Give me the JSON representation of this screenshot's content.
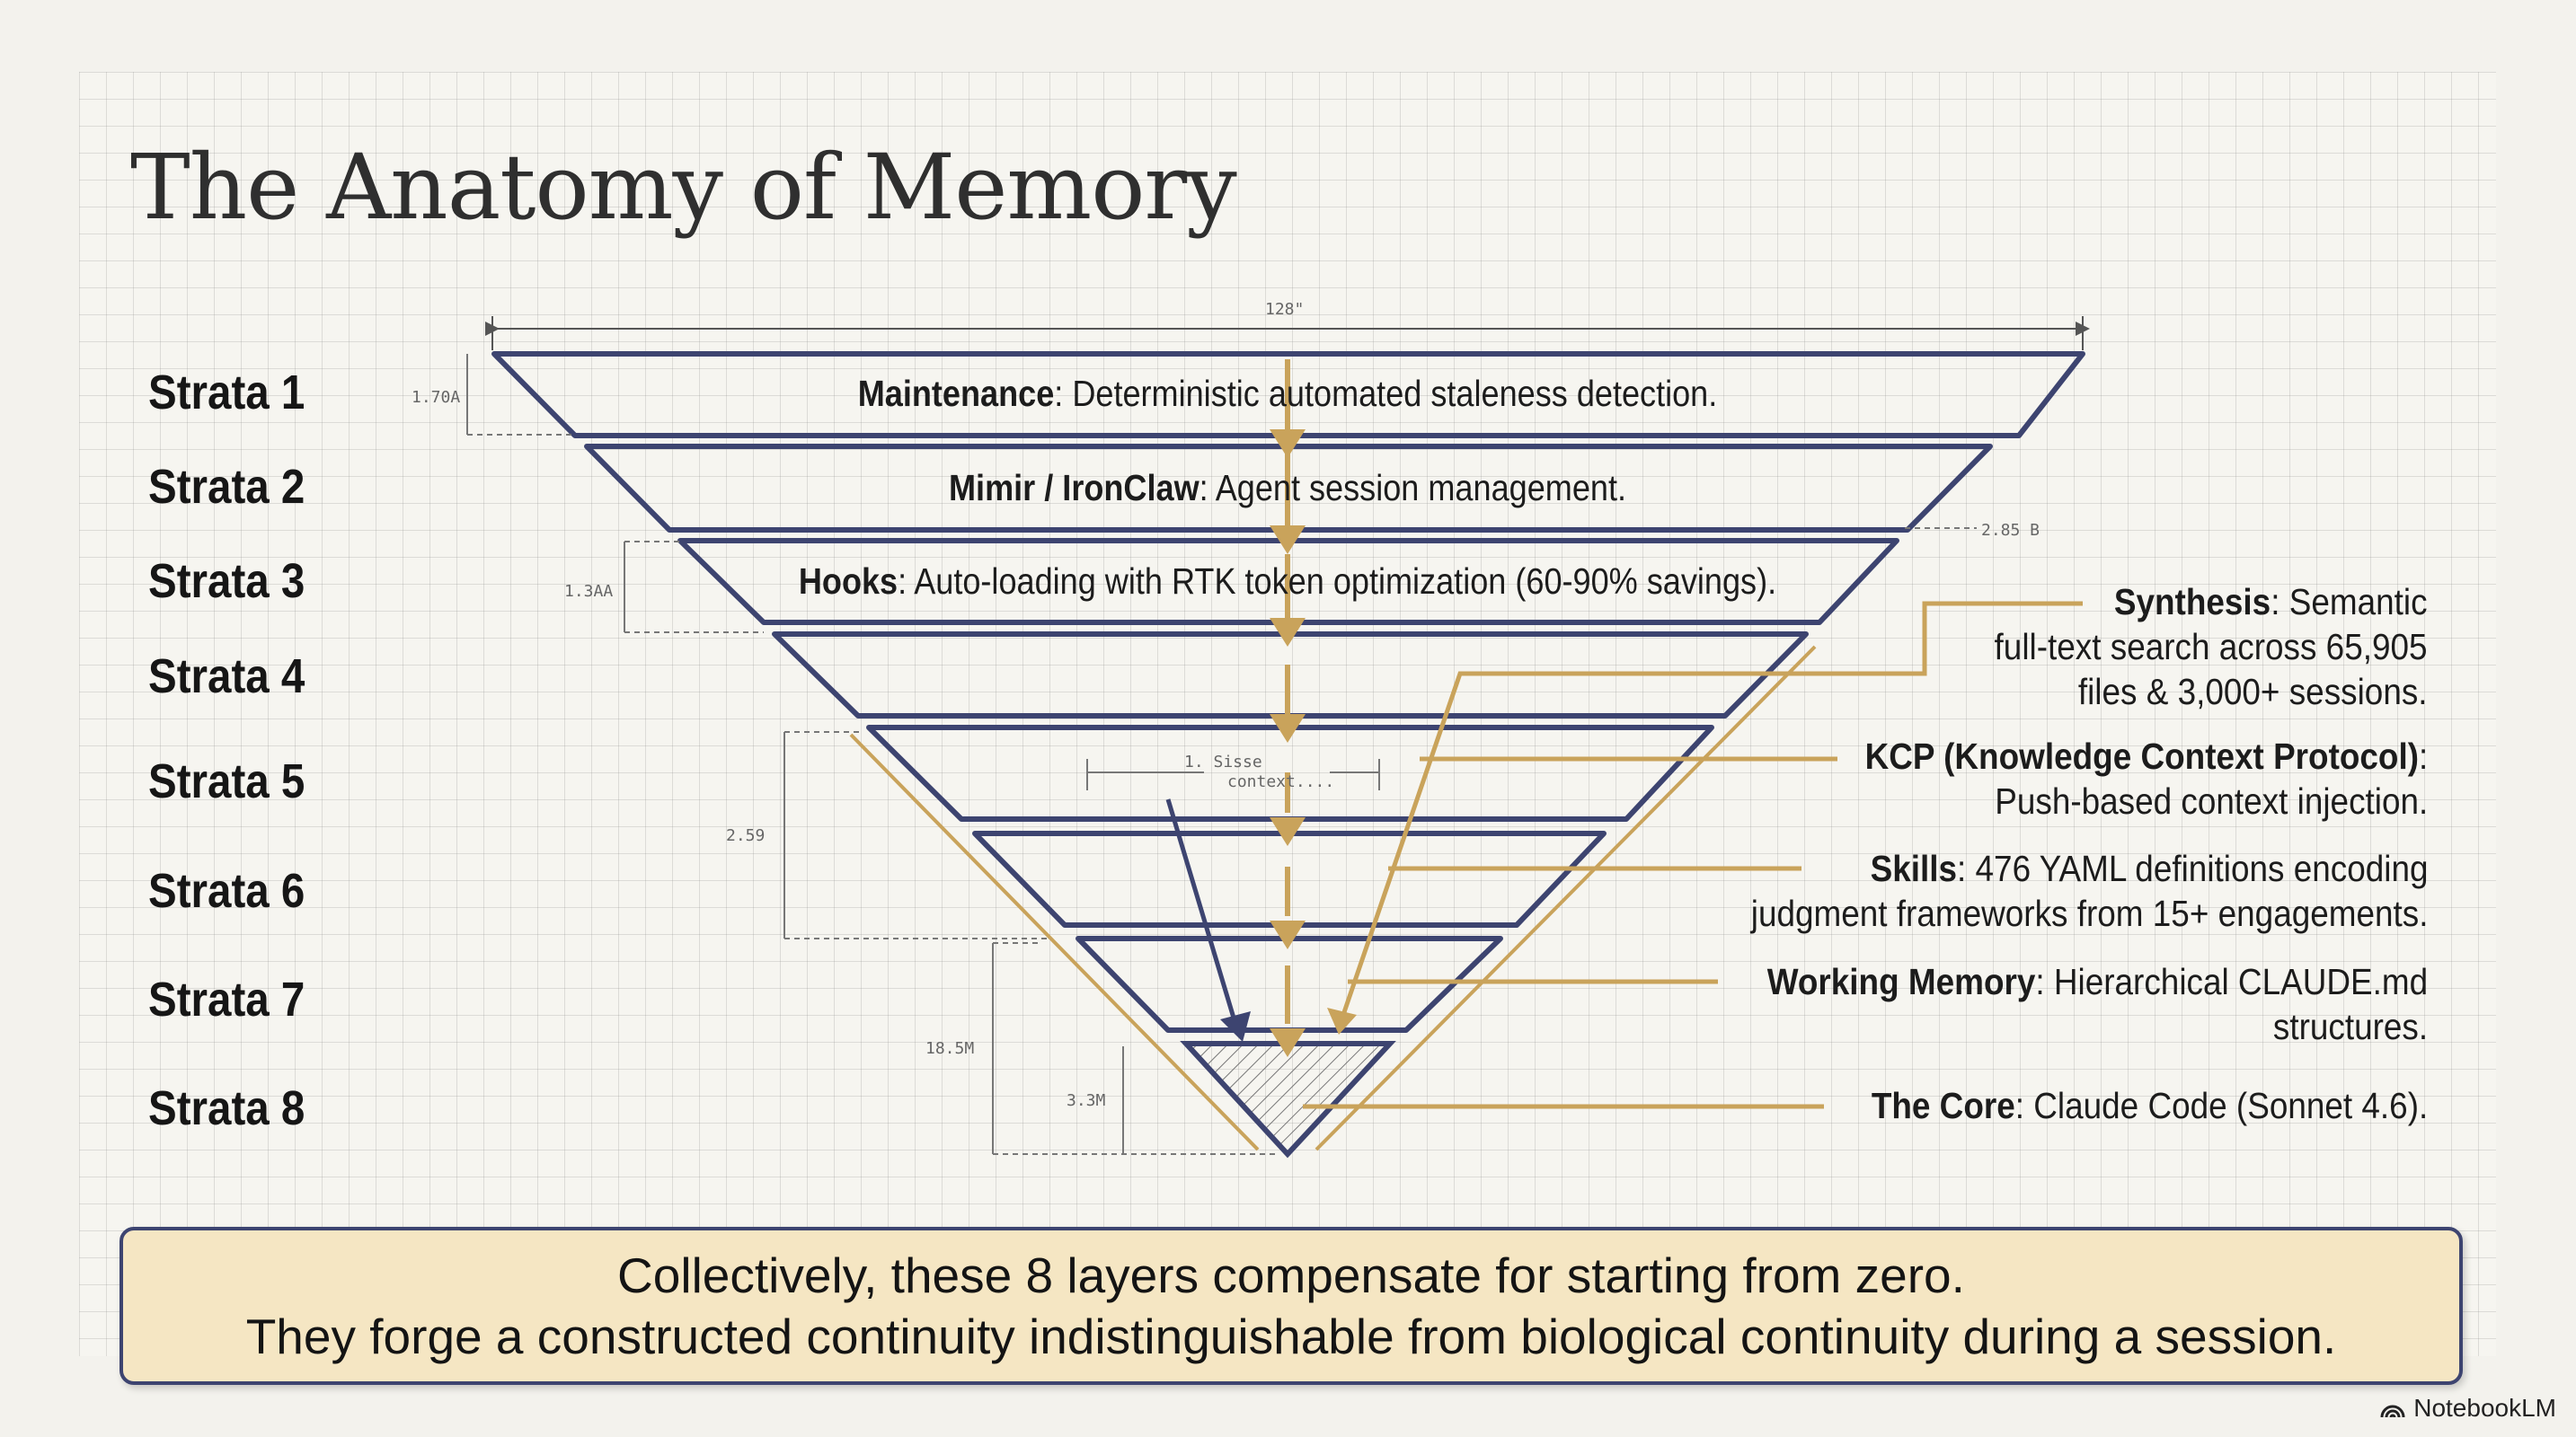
{
  "title": "The Anatomy of Memory",
  "strata": [
    "Strata 1",
    "Strata 2",
    "Strata 3",
    "Strata 4",
    "Strata 5",
    "Strata 6",
    "Strata 7",
    "Strata 8"
  ],
  "layers": [
    {
      "bold": "Maintenance",
      "text": ": Deterministic automated staleness detection."
    },
    {
      "bold": "Mimir / IronClaw",
      "text": ": Agent session management."
    },
    {
      "bold": "Hooks",
      "text": ": Auto-loading with RTK token optimization (60-90% savings)."
    }
  ],
  "notes": {
    "synthesis": {
      "bold": "Synthesis",
      "line1": ": Semantic",
      "line2": "full-text search across 65,905",
      "line3": "files & 3,000+ sessions."
    },
    "kcp": {
      "bold": "KCP (Knowledge Context Protocol)",
      "line1": ":",
      "line2": "Push-based context injection."
    },
    "skills": {
      "bold": "Skills",
      "line1": ": 476 YAML definitions encoding",
      "line2": "judgment frameworks from 15+ engagements."
    },
    "working": {
      "bold": "Working Memory",
      "line1": ": Hierarchical CLAUDE.md",
      "line2": "structures."
    },
    "core": {
      "bold": "The Core",
      "line1": ": Claude Code (Sonnet 4.6)."
    }
  },
  "dimensions": {
    "width": "128\"",
    "d1": "1.70A",
    "d2": "2.85 B",
    "d3": "1.3AA",
    "d4": "2.59",
    "d5": "18.5M",
    "d6": "3.3M",
    "inner1": "1. Sisse",
    "inner2": "context...."
  },
  "footer": {
    "line1": "Collectively, these 8 layers compensate for starting from zero.",
    "line2": "They forge a constructed continuity indistinguishable from biological continuity during a session."
  },
  "brand": "NotebookLM",
  "colors": {
    "navy": "#3d4470",
    "gold": "#c9a35b",
    "box": "#f5e6c3"
  }
}
